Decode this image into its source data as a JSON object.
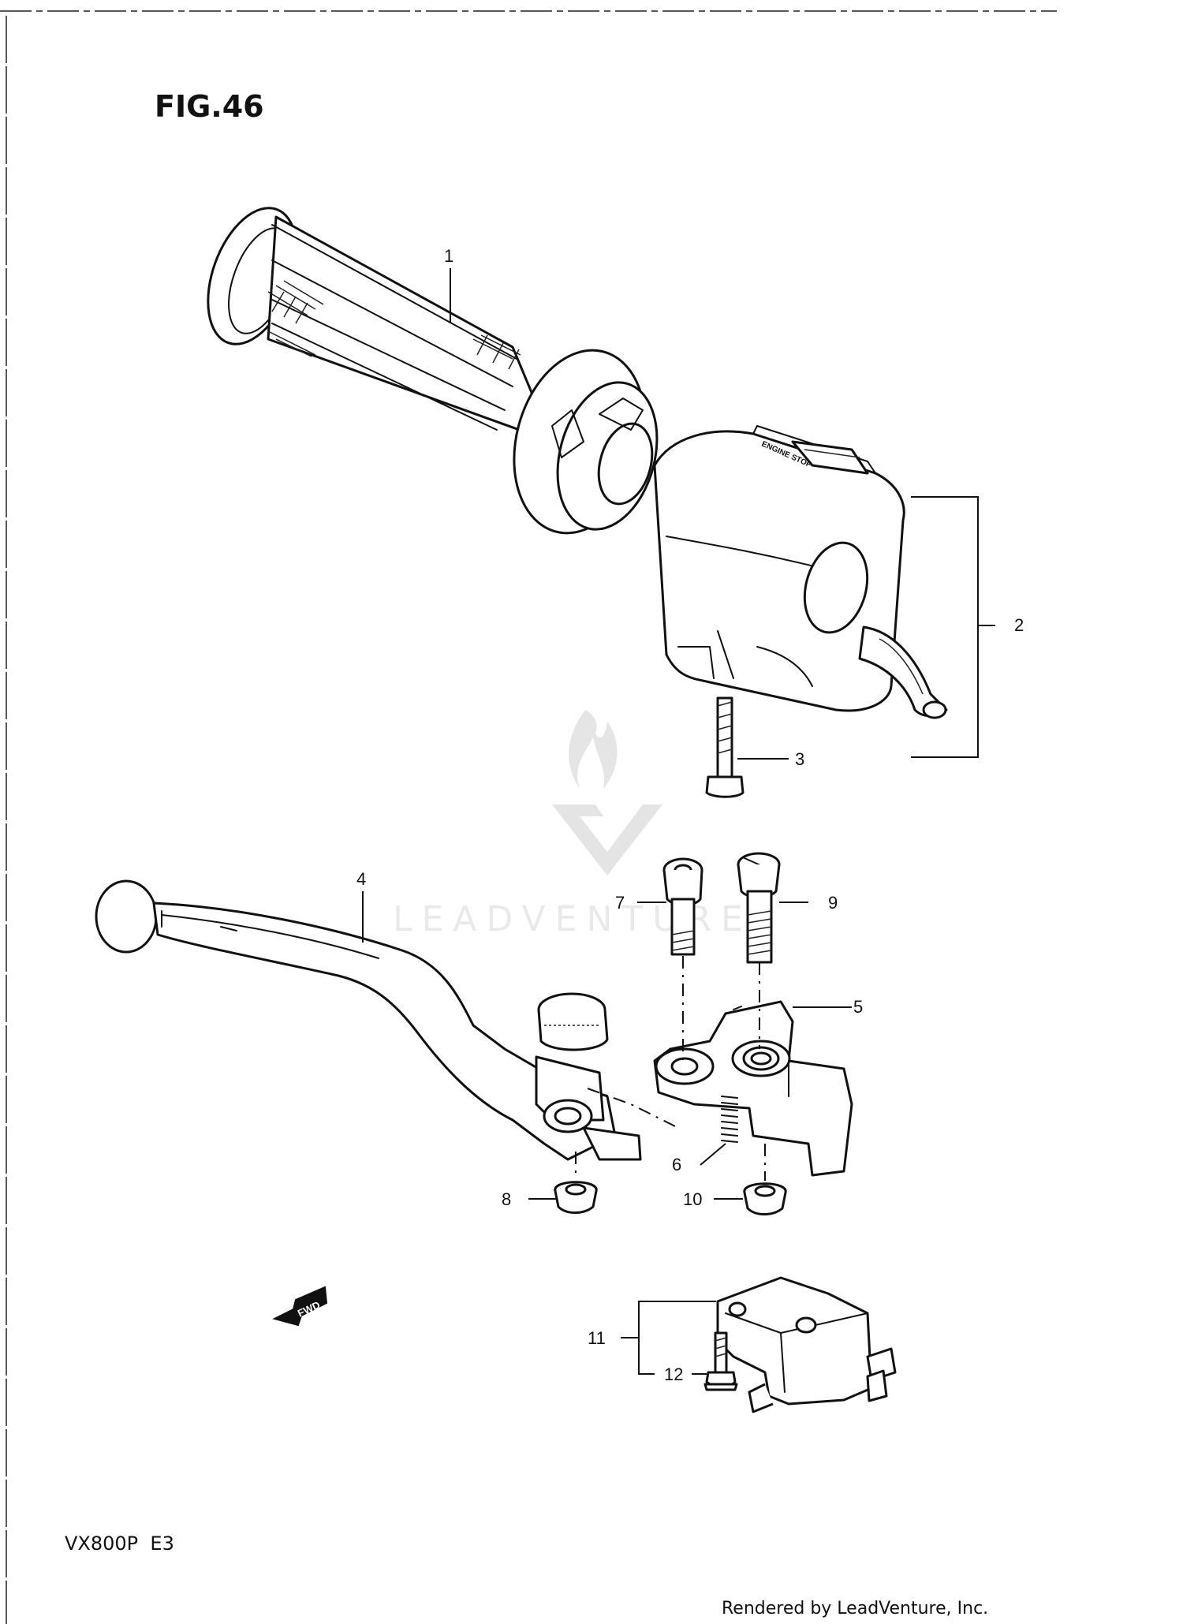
{
  "figure": {
    "title": "FIG.46",
    "model_code": "VX800P  E3",
    "footer": "Rendered by LeadVenture, Inc."
  },
  "watermark": {
    "text": "LEADVENTURE",
    "icon": "flame-v-logo-icon"
  },
  "parts": [
    {
      "number": "1",
      "name": "handlebar-grip"
    },
    {
      "number": "2",
      "name": "handle-switch"
    },
    {
      "number": "3",
      "name": "switch-screw"
    },
    {
      "number": "4",
      "name": "brake-lever"
    },
    {
      "number": "5",
      "name": "lever-holder"
    },
    {
      "number": "6",
      "name": "spring"
    },
    {
      "number": "7",
      "name": "lever-pivot-bolt"
    },
    {
      "number": "8",
      "name": "lever-nut"
    },
    {
      "number": "9",
      "name": "holder-bolt"
    },
    {
      "number": "10",
      "name": "holder-nut"
    },
    {
      "number": "11",
      "name": "brake-light-switch"
    },
    {
      "number": "12",
      "name": "switch-mount-screw"
    }
  ],
  "switch_label": "ENGINE STOP",
  "direction_marker": {
    "label": "FWD",
    "icon": "fwd-arrow-icon"
  }
}
